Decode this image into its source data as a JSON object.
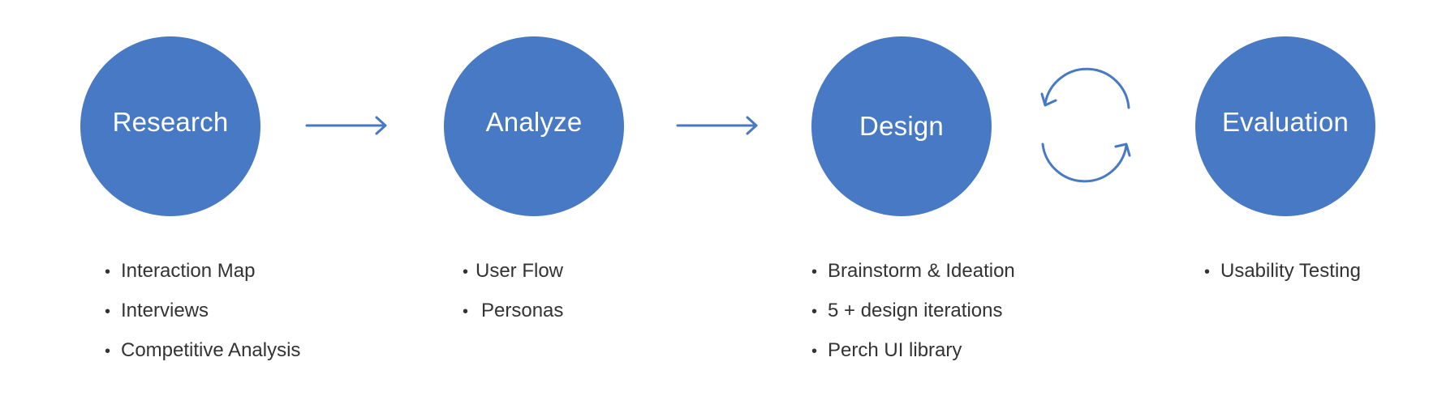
{
  "accent_color": "#4779c4",
  "text_color": "#333333",
  "steps": [
    {
      "title": "Research",
      "items": [
        "Interaction Map",
        "Interviews",
        "Competitive Analysis"
      ]
    },
    {
      "title": "Analyze",
      "items": [
        "User Flow",
        "Personas"
      ]
    },
    {
      "title": "Design",
      "items": [
        "Brainstorm & Ideation",
        "5 + design iterations",
        "Perch UI library"
      ]
    },
    {
      "title": "Evaluation",
      "items": [
        "Usability Testing"
      ]
    }
  ],
  "bullet_glyph": "•",
  "connectors": [
    "arrow-right",
    "arrow-right",
    "cycle-arrows"
  ]
}
